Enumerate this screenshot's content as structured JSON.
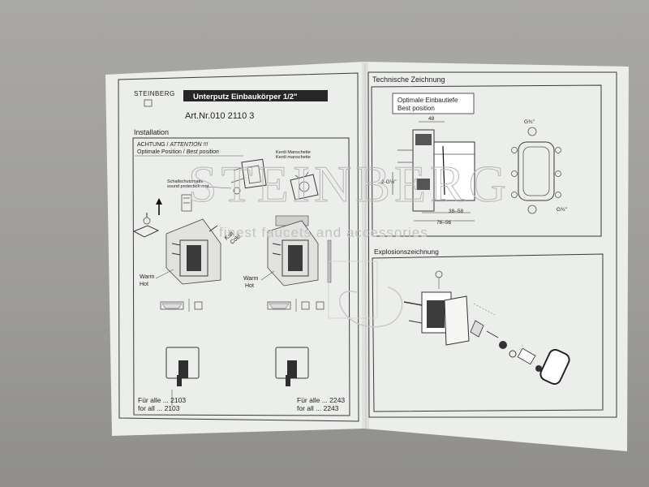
{
  "left_page": {
    "brand": "STEINBERG",
    "title": "Unterputz Einbaukörper 1/2\"",
    "article": "Art.Nr.010 2110 3",
    "section": "Installation",
    "attention_prefix": "ACHTUNG / ",
    "attention_em": "ATTENTION !!!",
    "position_prefix": "Optimale Position / ",
    "position_em": "Best position",
    "sound_mat_de": "Schallschutzmatte",
    "sound_mat_en": "sound protection mat",
    "kerdi_de": "Kerdi Manschette",
    "kerdi_en": "Kerdi manschette",
    "kalt": "Kalt",
    "cold": "Cold",
    "warm": "Warm",
    "hot": "Hot",
    "fuer_alle_1": "Für alle ... 2103",
    "for_all_1": "for all  ... 2103",
    "fuer_alle_2": "Für alle ... 2243",
    "for_all_2": "for all  ... 2243"
  },
  "right_page": {
    "tech_title": "Technische Zeichnung",
    "depth_de": "Optimale Einbautiefe",
    "depth_en": "Best position",
    "dim_48": "48",
    "dim_g12": "2-G½\"",
    "dim_38_58": "38–58",
    "dim_76_96": "76–96",
    "dim_g34_top": "G¾\"",
    "dim_g34_bottom": "G¾\"",
    "explode_title": "Explosionszeichnung"
  },
  "watermark": {
    "brand": "STEINBERG",
    "tagline": "finest faucets and accessories"
  }
}
